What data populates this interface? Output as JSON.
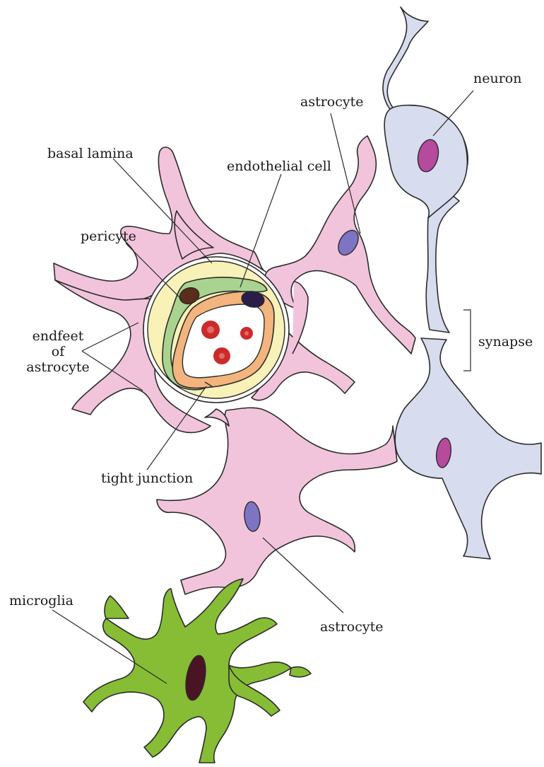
{
  "labels": {
    "neuron": "neuron",
    "astrocyte_top": "astrocyte",
    "basal_lamina": "basal lamina",
    "endothelial_cell": "endothelial cell",
    "pericyte": "pericyte",
    "endfeet_line1": "endfeet",
    "endfeet_line2": "of",
    "endfeet_line3": "astrocyte",
    "synapse": "synapse",
    "tight_junction": "tight junction",
    "astrocyte_bottom": "astrocyte",
    "microglia": "microglia"
  },
  "colors": {
    "astrocyte": "#f2c4dc",
    "astrocyte_nucleus": "#7d74c4",
    "neuron": "#d7dcee",
    "neuron_nucleus": "#b64a9c",
    "basal_lamina": "#f8f1b8",
    "pericyte": "#a9d48f",
    "pericyte_nucleus": "#5a2e1a",
    "endothelial": "#f3b47e",
    "endothelial_nucleus": "#2a1d4a",
    "red_blood_cell": "#cc2b2b",
    "microglia": "#86bd35",
    "microglia_nucleus": "#4a1424"
  }
}
